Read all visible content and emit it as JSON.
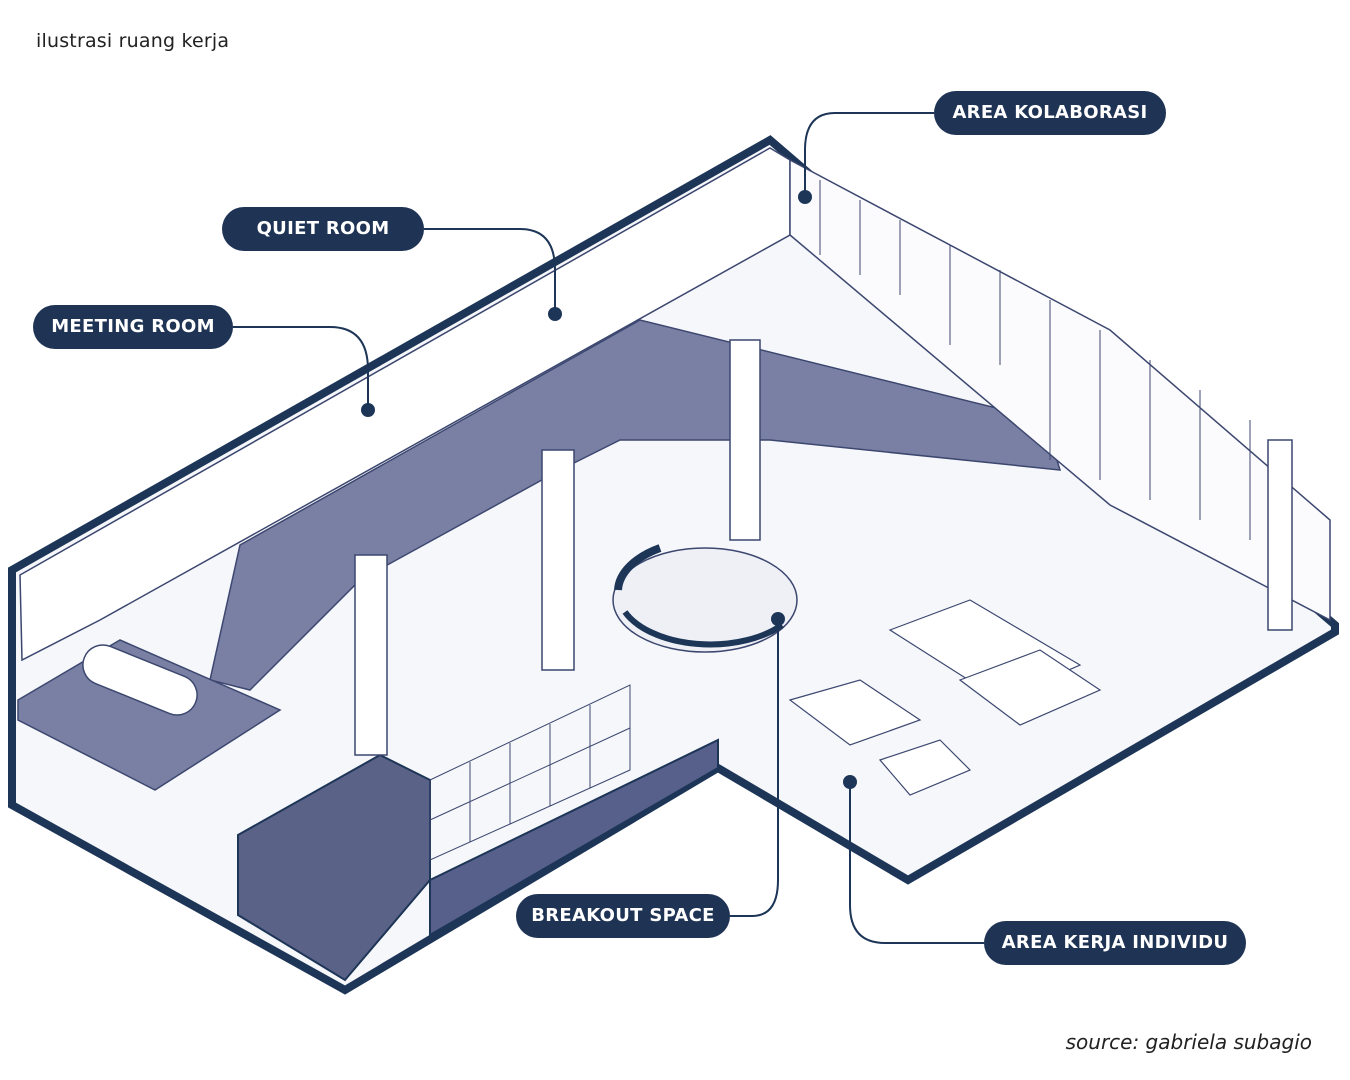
{
  "caption": "ilustrasi ruang kerja",
  "source": "source: gabriela subagio",
  "colors": {
    "navy": "#1d3557",
    "floor_dark": "#6b7396",
    "floor_mid": "#8a90ad",
    "floor_light": "#f3f4f8",
    "line": "#3c4770",
    "label_bg": "#1f3355"
  },
  "labels": {
    "area_kolaborasi": "AREA KOLABORASI",
    "quiet_room": "QUIET ROOM",
    "meeting_room": "MEETING ROOM",
    "breakout_space": "BREAKOUT SPACE",
    "area_kerja_individu": "AREA KERJA INDIVIDU"
  }
}
